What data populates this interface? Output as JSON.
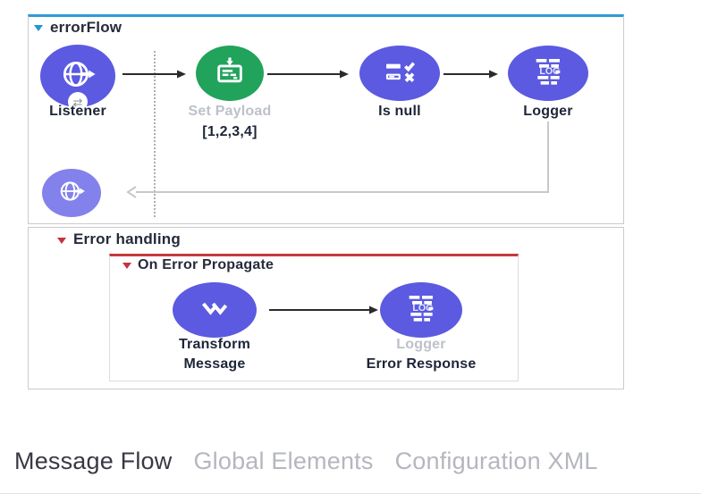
{
  "flow_canvas": {
    "error_flow": {
      "title": "errorFlow",
      "listener": {
        "label": "Listener"
      },
      "set_payload": {
        "name": "Set Payload",
        "value": "[1,2,3,4]"
      },
      "is_null": {
        "label": "Is null"
      },
      "logger": {
        "label": "Logger"
      }
    },
    "error_handling": {
      "title": "Error handling",
      "on_error_propagate": {
        "title": "On Error Propagate",
        "transform_message": {
          "label_line1": "Transform",
          "label_line2": "Message"
        },
        "logger": {
          "name": "Logger",
          "display_name": "Error Response"
        }
      }
    }
  },
  "tabs": {
    "items": [
      {
        "label": "Message Flow",
        "active": true
      },
      {
        "label": "Global Elements",
        "active": false
      },
      {
        "label": "Configuration XML",
        "active": false
      }
    ]
  },
  "icons": {
    "listener": "globe-icon",
    "listener_badge": "sync-arrows-icon",
    "set_payload": "payload-document-icon",
    "is_null": "validation-check-x-icon",
    "logger": "log-bars-icon",
    "transform_message": "dataweave-chevrons-icon"
  },
  "colors": {
    "node_purple": "#5b5ae1",
    "node_purple_light": "#8381ec",
    "node_green": "#21a35c",
    "flow_border_top_blue": "#2e9bd6",
    "error_border_top_red": "#c43a3e",
    "container_border": "#cbcbcd",
    "muted_label": "#bdc1c9",
    "dark_label": "#1d2537",
    "connector_gray": "#c8c8c8",
    "arrow_black": "#2b2b2b",
    "tab_active": "#393844",
    "tab_inactive": "#b5b7be"
  }
}
